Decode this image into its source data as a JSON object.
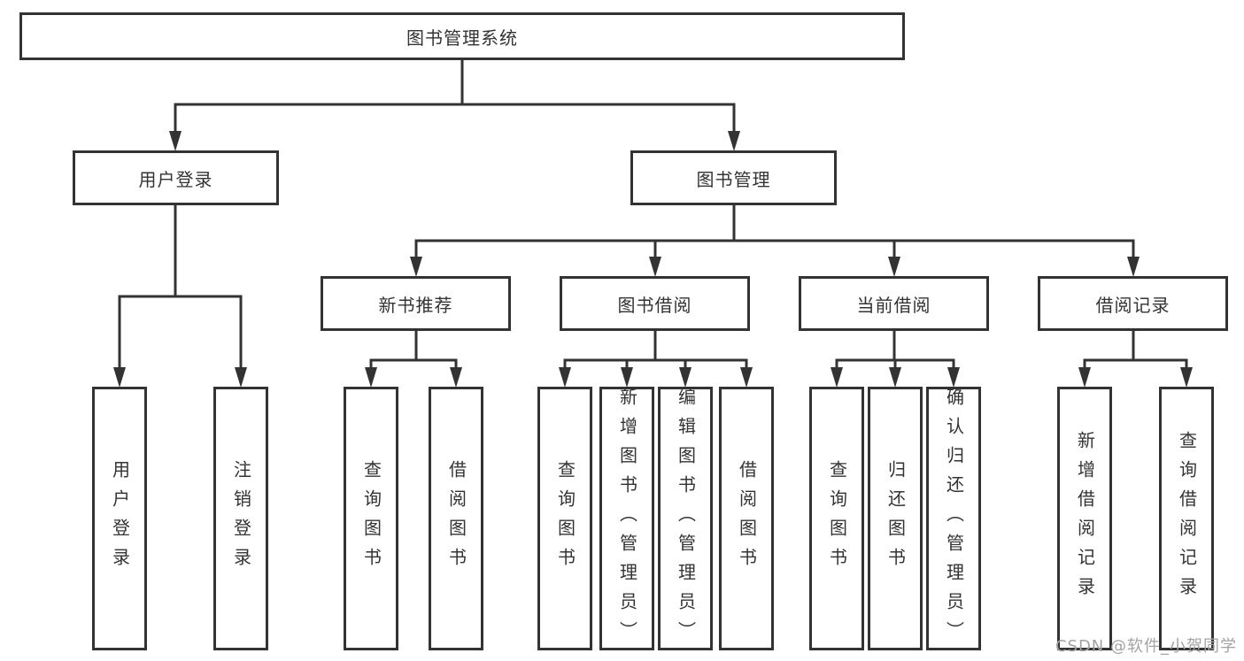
{
  "diagram": {
    "type": "tree",
    "colors": {
      "line": "#333333",
      "text": "#333333",
      "box_background": "#ffffff",
      "watermark": "#a3a3a3"
    },
    "nodes": {
      "root": "图书管理系统",
      "user_login": "用户登录",
      "book_management": "图书管理",
      "new_book_recommend": "新书推荐",
      "book_borrowing": "图书借阅",
      "current_borrowing": "当前借阅",
      "borrowing_records": "借阅记录",
      "leaf_user_login": "用户登录",
      "leaf_logout_login": "注销登录",
      "leaf_query_books_1": "查询图书",
      "leaf_borrow_books_1": "借阅图书",
      "leaf_query_books_2": "查询图书",
      "leaf_add_books_admin": "新增图书（管理员）",
      "leaf_edit_books_admin": "编辑图书（管理员）",
      "leaf_borrow_books_2": "借阅图书",
      "leaf_query_books_3": "查询图书",
      "leaf_return_books": "归还图书",
      "leaf_confirm_return_admin": "确认归还（管理员）",
      "leaf_add_borrow_record": "新增借阅记录",
      "leaf_query_borrow_record": "查询借阅记录"
    },
    "edges": [
      [
        "root",
        "user_login"
      ],
      [
        "root",
        "book_management"
      ],
      [
        "user_login",
        "leaf_user_login"
      ],
      [
        "user_login",
        "leaf_logout_login"
      ],
      [
        "book_management",
        "new_book_recommend"
      ],
      [
        "book_management",
        "book_borrowing"
      ],
      [
        "book_management",
        "current_borrowing"
      ],
      [
        "book_management",
        "borrowing_records"
      ],
      [
        "new_book_recommend",
        "leaf_query_books_1"
      ],
      [
        "new_book_recommend",
        "leaf_borrow_books_1"
      ],
      [
        "book_borrowing",
        "leaf_query_books_2"
      ],
      [
        "book_borrowing",
        "leaf_add_books_admin"
      ],
      [
        "book_borrowing",
        "leaf_edit_books_admin"
      ],
      [
        "book_borrowing",
        "leaf_borrow_books_2"
      ],
      [
        "current_borrowing",
        "leaf_query_books_3"
      ],
      [
        "current_borrowing",
        "leaf_return_books"
      ],
      [
        "current_borrowing",
        "leaf_confirm_return_admin"
      ],
      [
        "borrowing_records",
        "leaf_add_borrow_record"
      ],
      [
        "borrowing_records",
        "leaf_query_borrow_record"
      ]
    ]
  },
  "watermark": {
    "text": "CSDN @软件_小贺同学"
  }
}
